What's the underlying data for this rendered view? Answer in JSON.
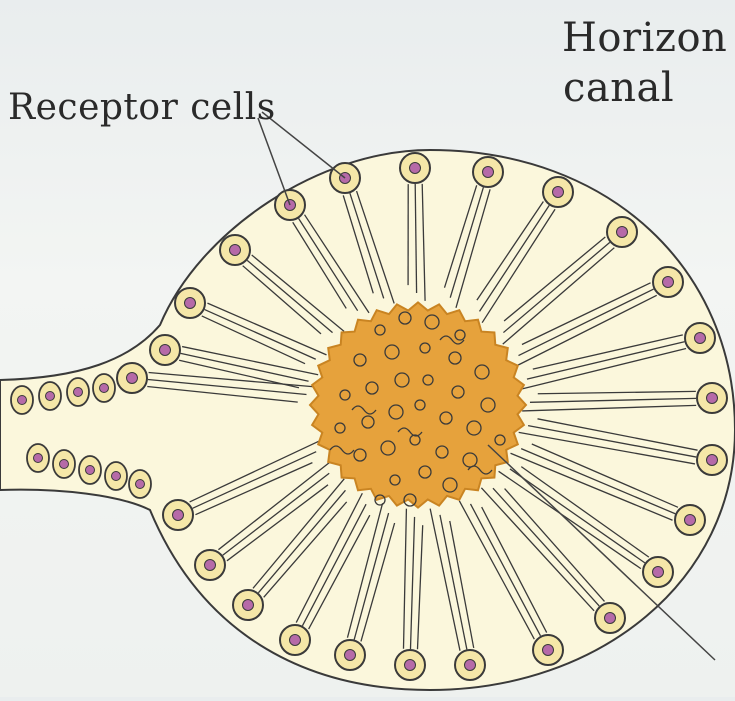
{
  "labels": {
    "receptor_cells": "Receptor cells",
    "horizontal_canal_line1": "Horizon",
    "horizontal_canal_line2": "canal"
  },
  "colors": {
    "ampulla_fill": "#fbf7dc",
    "outline": "#3a3a3a",
    "cupula_fill": "#e6a23c",
    "cupula_dark": "#c98422",
    "cell_fill": "#f5e7a8",
    "nucleus_fill": "#b66aa8",
    "hair_stroke": "#3a3a3a",
    "background": "#eef1ef"
  }
}
